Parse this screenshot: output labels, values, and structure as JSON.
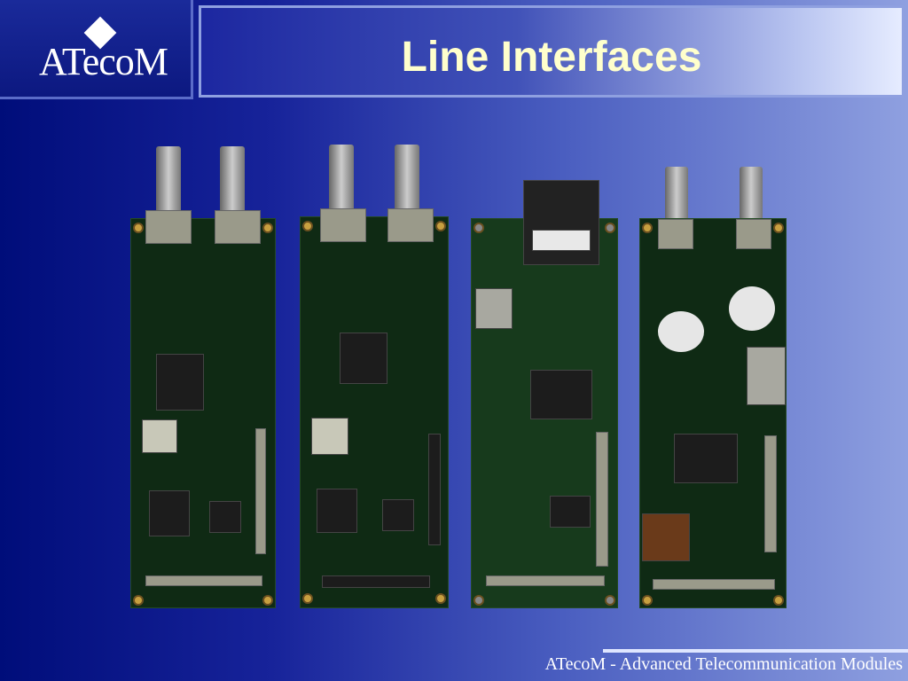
{
  "logo": {
    "text": "ATecoM"
  },
  "header": {
    "title": "Line Interfaces"
  },
  "footer": {
    "text": "ATecoM - Advanced Telecommunication Modules"
  }
}
